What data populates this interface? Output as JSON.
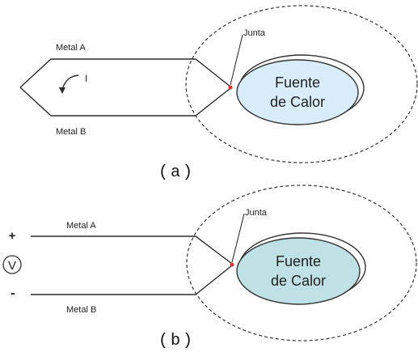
{
  "panel_a": {
    "metal_a_label": "Metal A",
    "metal_b_label": "Metal B",
    "junction_label": "Junta",
    "current_label": "I",
    "heat_source_line1": "Fuente",
    "heat_source_line2": "de Calor",
    "caption": "(a)"
  },
  "panel_b": {
    "metal_a_label": "Metal A",
    "metal_b_label": "Metal B",
    "junction_label": "Junta",
    "plus_label": "+",
    "minus_label": "-",
    "voltmeter_label": "V",
    "heat_source_line1": "Fuente",
    "heat_source_line2": "de Calor",
    "caption": "(b)"
  },
  "colors": {
    "heat_source_a": "#d8ecfa",
    "heat_source_b": "#bfe1e6",
    "junction_dot": "#e0302e",
    "wire": "#2b2b2b"
  }
}
